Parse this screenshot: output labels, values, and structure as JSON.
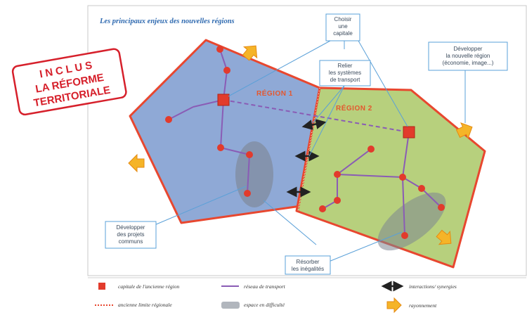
{
  "title": "Les principaux enjeux des nouvelles régions",
  "badge": {
    "line1": "INCLUS",
    "line2": "LA RÉFORME",
    "line3": "TERRITORIALE"
  },
  "regions": {
    "region1": "RÉGION 1",
    "region2": "RÉGION 2"
  },
  "callouts": {
    "capitale": [
      "Choisir",
      "une",
      "capitale"
    ],
    "transport": [
      "Relier",
      "les systèmes",
      "de transport"
    ],
    "developper_region": [
      "Développer",
      "la nouvelle région",
      "(économie, image...)"
    ],
    "projets": [
      "Développer",
      "des projets",
      "communs"
    ],
    "inegalites": [
      "Résorber",
      "les inégalités"
    ]
  },
  "legend": {
    "capitale": "capitale de l'ancienne région",
    "limite": "ancienne limite régionale",
    "reseau": "réseau de transport",
    "difficulte": "espace en difficulté",
    "interactions": "interactions/ synergies",
    "rayonnement": "rayonnement"
  },
  "colors": {
    "region1_fill": "#8fa9d6",
    "region2_fill": "#b7d07d",
    "border": "#e8472f",
    "network": "#8a5cb5",
    "node": "#e23b2c",
    "arrow": "#f5b428",
    "difficulty": "#7d8591",
    "title": "#2f6ab0",
    "badge": "#d6202b"
  }
}
